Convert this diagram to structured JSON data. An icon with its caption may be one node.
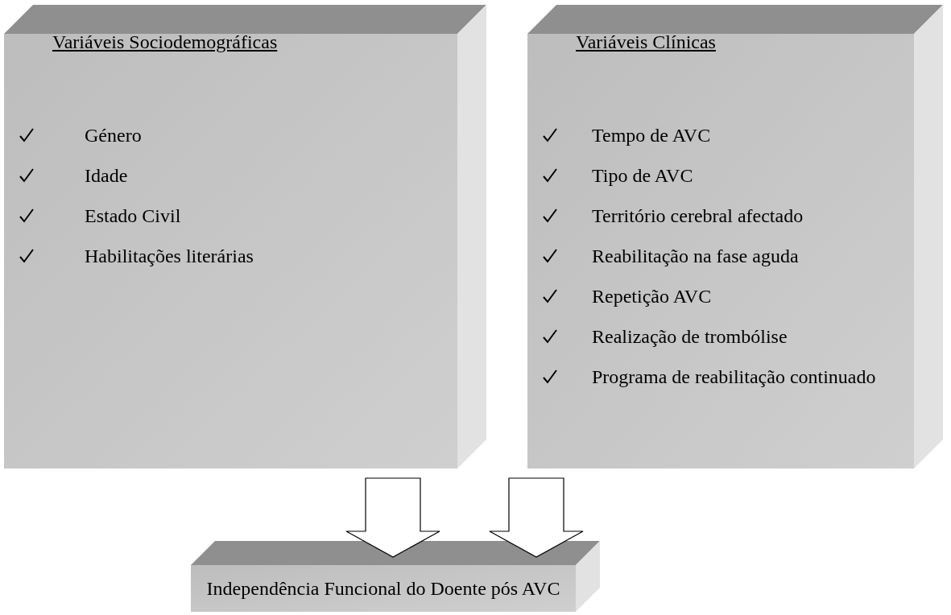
{
  "diagram": {
    "nodes": [
      {
        "text": [
          "Variáveis Sociodemográficas",
          "Género",
          "Idade",
          "Estado Civil",
          "Habilitações literárias"
        ]
      },
      {
        "text": [
          "Variáveis Clínicas",
          "Tempo de AVC",
          "Tipo de AVC",
          "Território cerebral afectado",
          "Reabilitação na fase aguda",
          "Repetição AVC",
          "Realização de trombólise",
          "Programa de reabilitação continuado"
        ]
      },
      {
        "text": [
          "Independência Funcional do Doente pós AVC"
        ]
      }
    ],
    "edges": [
      {
        "from": 0,
        "to": 2,
        "arrow": "to"
      },
      {
        "from": 1,
        "to": 2,
        "arrow": "to"
      }
    ]
  }
}
